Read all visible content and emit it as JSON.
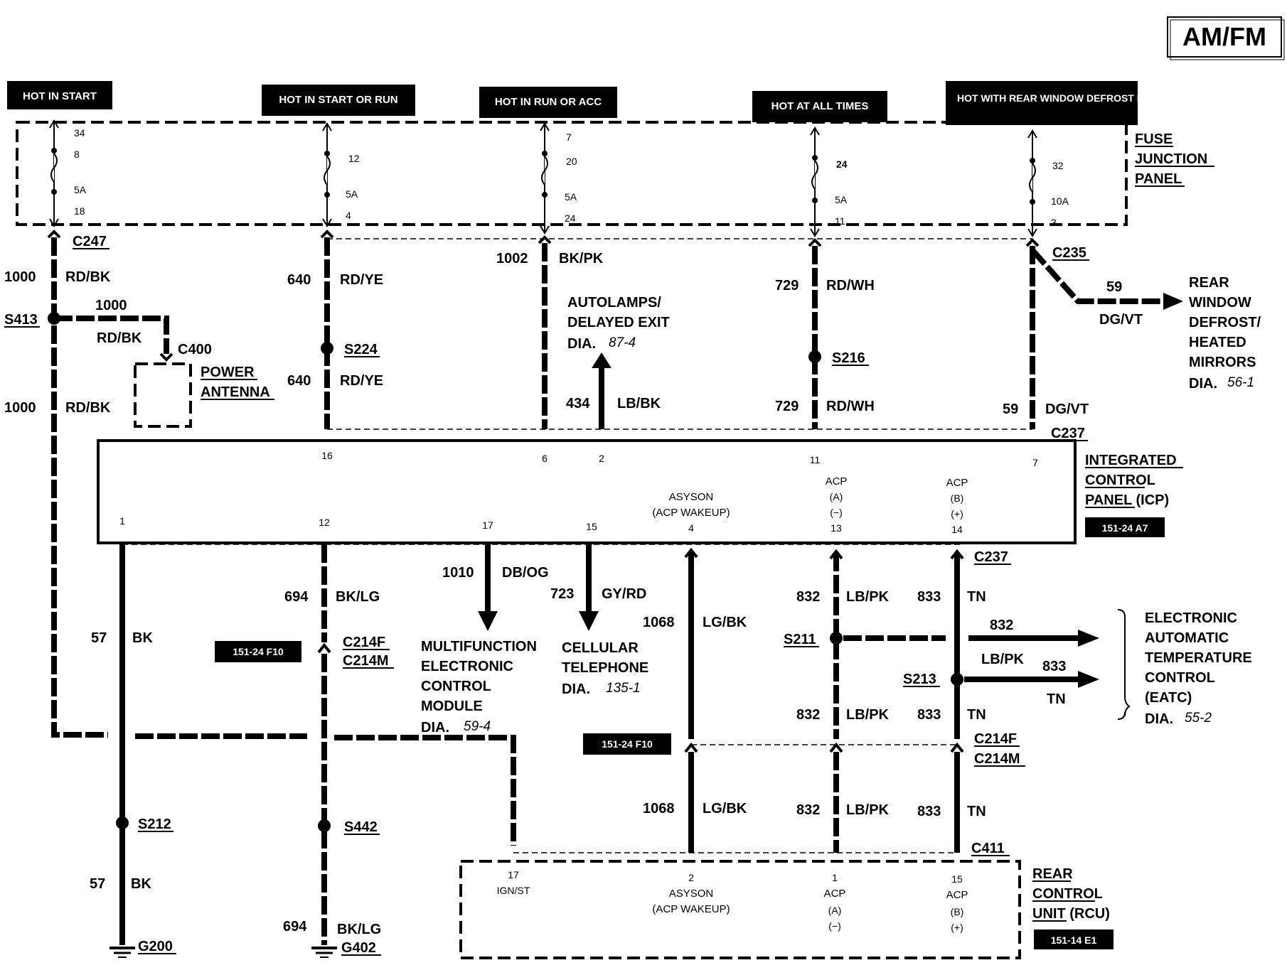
{
  "title": "AM/FM",
  "power_headers": [
    "HOT IN START",
    "HOT IN START OR RUN",
    "HOT IN RUN OR ACC",
    "HOT AT ALL TIMES",
    "HOT WITH REAR WINDOW DEFROST RELAY ENERGIZED"
  ],
  "fuse_panel": {
    "label": [
      "FUSE",
      "JUNCTION",
      "PANEL"
    ],
    "fuses": [
      {
        "pins": [
          "34",
          "8",
          "5A",
          "18"
        ]
      },
      {
        "pins": [
          "12",
          "5A",
          "4"
        ]
      },
      {
        "pins": [
          "7",
          "20",
          "5A",
          "24"
        ]
      },
      {
        "pins": [
          "24",
          "5A",
          "11"
        ]
      },
      {
        "pins": [
          "32",
          "10A",
          "3"
        ]
      }
    ]
  },
  "connectors": [
    "C247",
    "C235",
    "C400",
    "C237",
    "C237",
    "C214F",
    "C214M",
    "C214F",
    "C214M",
    "C411"
  ],
  "splices": [
    "S413",
    "S224",
    "S216",
    "S211",
    "S213",
    "S212",
    "S442"
  ],
  "grounds": [
    "G200",
    "G402"
  ],
  "wires": {
    "w1000": "1000",
    "rdbk": "RD/BK",
    "w640": "640",
    "rdye": "RD/YE",
    "w1002": "1002",
    "bkpk": "BK/PK",
    "w434": "434",
    "lbbk": "LB/BK",
    "w729": "729",
    "rdwh": "RD/WH",
    "w59": "59",
    "dgvt": "DG/VT",
    "w57": "57",
    "bk": "BK",
    "w694": "694",
    "bklg": "BK/LG",
    "w1010": "1010",
    "dbog": "DB/OG",
    "w723": "723",
    "gyrd": "GY/RD",
    "w1068": "1068",
    "lgbk": "LG/BK",
    "w832": "832",
    "lbpk": "LB/PK",
    "w833": "833",
    "tn": "TN"
  },
  "components": {
    "power_antenna": [
      "POWER",
      "ANTENNA"
    ],
    "autolamps": [
      "AUTOLAMPS/",
      "DELAYED EXIT",
      "DIA.",
      "87-4"
    ],
    "rear_defrost": [
      "REAR",
      "WINDOW",
      "DEFROST/",
      "HEATED",
      "MIRRORS",
      "DIA.",
      "56-1"
    ],
    "mfecm": [
      "MULTIFUNCTION",
      "ELECTRONIC",
      "CONTROL",
      "MODULE",
      "DIA.",
      "59-4"
    ],
    "cell": [
      "CELLULAR",
      "TELEPHONE",
      "DIA.",
      "135-1"
    ],
    "eatc": [
      "ELECTRONIC",
      "AUTOMATIC",
      "TEMPERATURE",
      "CONTROL",
      "(EATC)",
      "DIA.",
      "55-2"
    ],
    "icp": [
      "INTEGRATED",
      "CONTROL",
      "PANEL (ICP)"
    ],
    "icp_ref": "151-24 A7",
    "rcu": [
      "REAR",
      "CONTROL",
      "UNIT (RCU)"
    ],
    "rcu_ref": "151-14 E1"
  },
  "location_refs": [
    "151-24 F10",
    "151-24 F10"
  ],
  "icp_pins": {
    "p16": "16",
    "p6": "6",
    "p2": "2",
    "p11": "11",
    "p7": "7",
    "p1": "1",
    "p12": "12",
    "p17": "17",
    "p15": "15",
    "p4": "4",
    "p13": "13",
    "p14": "14",
    "asyson": "ASYSON",
    "acp_wakeup": "(ACP WAKEUP)",
    "acp": "ACP",
    "a": "(A)",
    "b": "(B)",
    "minus": "(−)",
    "plus": "(+)"
  },
  "rcu_pins": {
    "p17": "17",
    "ignst": "IGN/ST",
    "p2": "2",
    "p1": "1",
    "p15": "15"
  }
}
